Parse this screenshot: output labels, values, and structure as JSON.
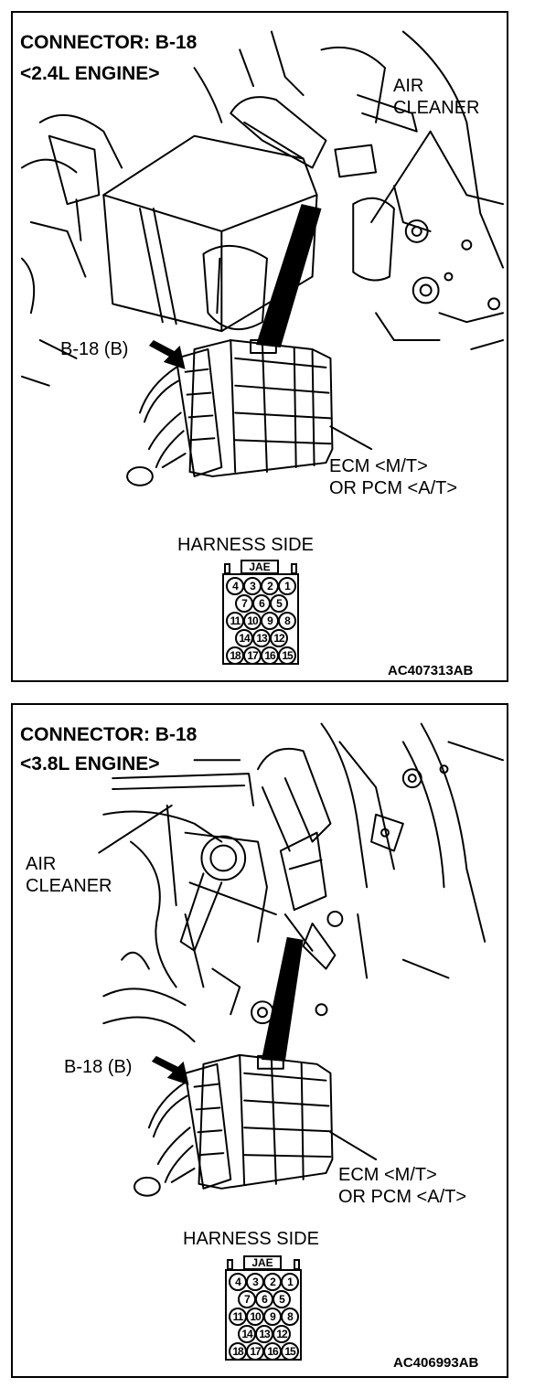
{
  "panels": [
    {
      "title_connector": "CONNECTOR: B-18",
      "title_engine": "<2.4L ENGINE>",
      "air_cleaner_line1": "AIR",
      "air_cleaner_line2": "CLEANER",
      "connector_label": "B-18 (B)",
      "ecm_line1": "ECM <M/T>",
      "ecm_line2": "OR PCM <A/T>",
      "harness_side": "HARNESS SIDE",
      "connector_brand": "JAE",
      "figure_code": "AC407313AB"
    },
    {
      "title_connector": "CONNECTOR: B-18",
      "title_engine": "<3.8L ENGINE>",
      "air_cleaner_line1": "AIR",
      "air_cleaner_line2": "CLEANER",
      "connector_label": "B-18 (B)",
      "ecm_line1": "ECM <M/T>",
      "ecm_line2": "OR PCM <A/T>",
      "harness_side": "HARNESS SIDE",
      "connector_brand": "JAE",
      "figure_code": "AC406993AB"
    }
  ],
  "pin_rows": [
    [
      "4",
      "3",
      "2",
      "1"
    ],
    [
      "7",
      "6",
      "5"
    ],
    [
      "11",
      "10",
      "9",
      "8"
    ],
    [
      "14",
      "13",
      "12"
    ],
    [
      "18",
      "17",
      "16",
      "15"
    ]
  ]
}
